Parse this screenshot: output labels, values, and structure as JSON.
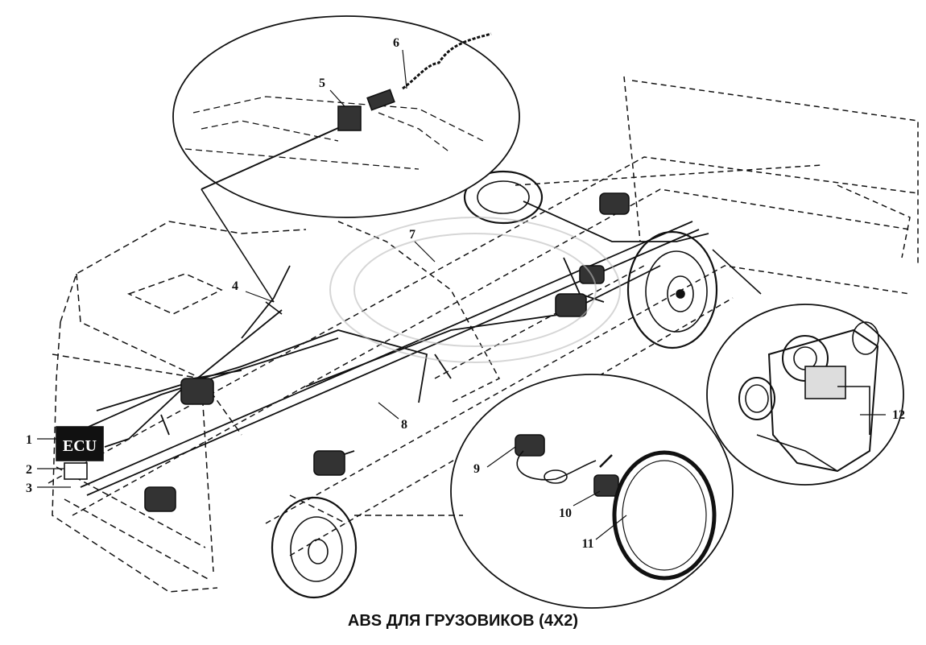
{
  "title": "ABS ДЛЯ ГРУЗОВИКОВ (4X2)",
  "ecu_label": "ECU",
  "callouts": [
    "1",
    "2",
    "3",
    "4",
    "5",
    "6",
    "7",
    "8",
    "9",
    "10",
    "11",
    "12"
  ],
  "colors": {
    "ink": "#111111",
    "background": "#ffffff"
  }
}
